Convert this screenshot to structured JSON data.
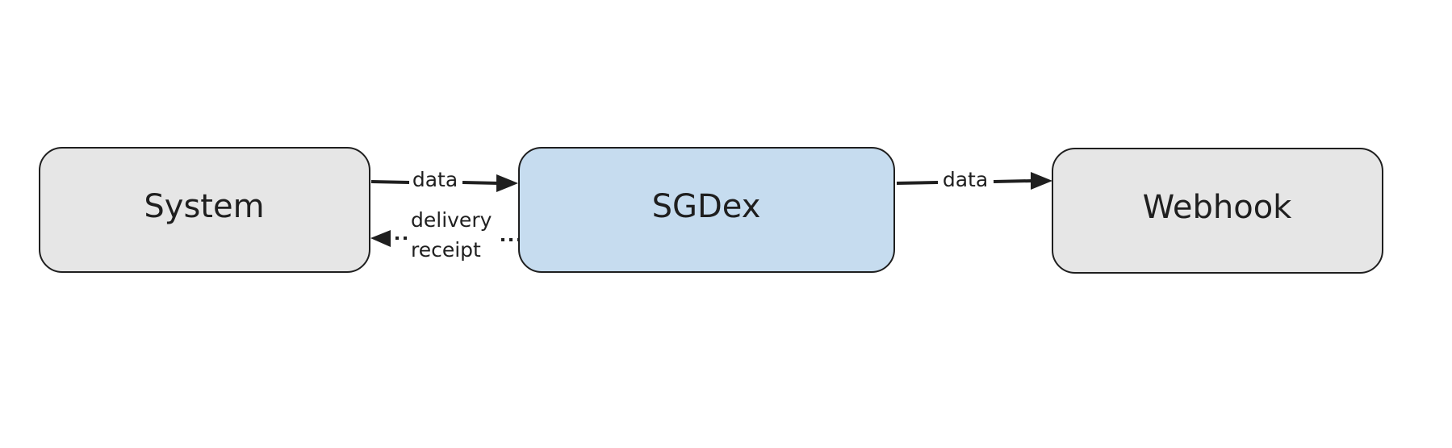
{
  "nodes": {
    "system": {
      "label": "System",
      "fill": "#e6e6e6"
    },
    "sgdex": {
      "label": "SGDex",
      "fill": "#c6dcef"
    },
    "webhook": {
      "label": "Webhook",
      "fill": "#e6e6e6"
    }
  },
  "edges": {
    "system_to_sgdex": {
      "label": "data",
      "style": "solid"
    },
    "sgdex_to_system": {
      "label_line1": "delivery",
      "label_line2": "receipt",
      "style": "dotted"
    },
    "sgdex_to_webhook": {
      "label": "data",
      "style": "solid"
    }
  },
  "colors": {
    "stroke": "#1f1f1f",
    "background": "#ffffff"
  }
}
